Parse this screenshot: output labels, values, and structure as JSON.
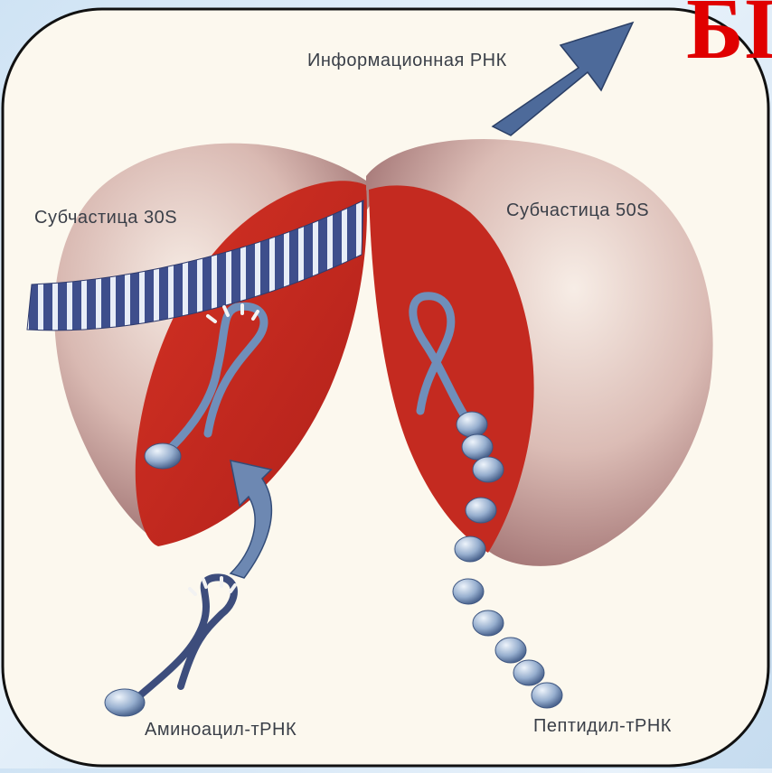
{
  "corner_text": "БІ",
  "labels": {
    "mrna": "Информационная РНК",
    "sub30": "Субчастица 30S",
    "sub50": "Субчастица 50S",
    "aminoacyl": "Аминоацил-тРНК",
    "peptidyl": "Пептидил-тРНК"
  },
  "colors": {
    "page_bg": "#d6e7f6",
    "panel_bg": "#fcf8ee",
    "shell": "#d8b8b0",
    "cut_face": "#c8281e",
    "rna_blue": "#5878a8",
    "bead": "#8fa6c4"
  }
}
